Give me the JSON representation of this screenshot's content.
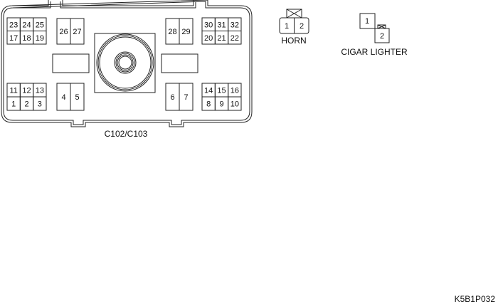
{
  "connectors": {
    "main": {
      "label": "C102/C103",
      "groups": [
        {
          "rows": [
            [
              "23",
              "24",
              "25"
            ],
            [
              "17",
              "18",
              "19"
            ]
          ]
        },
        {
          "rows": [
            [
              "26",
              "27"
            ]
          ]
        },
        {
          "rows": [
            [
              "11",
              "12",
              "13"
            ],
            [
              "1",
              "2",
              "3"
            ]
          ]
        },
        {
          "rows": [
            [
              "4",
              "5"
            ]
          ]
        },
        {
          "rows": [
            [
              "28",
              "29"
            ]
          ]
        },
        {
          "rows": [
            [
              "30",
              "31",
              "32"
            ],
            [
              "20",
              "21",
              "22"
            ]
          ]
        },
        {
          "rows": [
            [
              "6",
              "7"
            ]
          ]
        },
        {
          "rows": [
            [
              "14",
              "15",
              "16"
            ],
            [
              "8",
              "9",
              "10"
            ]
          ]
        }
      ]
    },
    "horn": {
      "label": "HORN",
      "pins": [
        "1",
        "2"
      ]
    },
    "cigar_lighter": {
      "label": "CIGAR LIGHTER",
      "pins": [
        "1",
        "2"
      ]
    }
  },
  "figure_id": "K5B1P032"
}
